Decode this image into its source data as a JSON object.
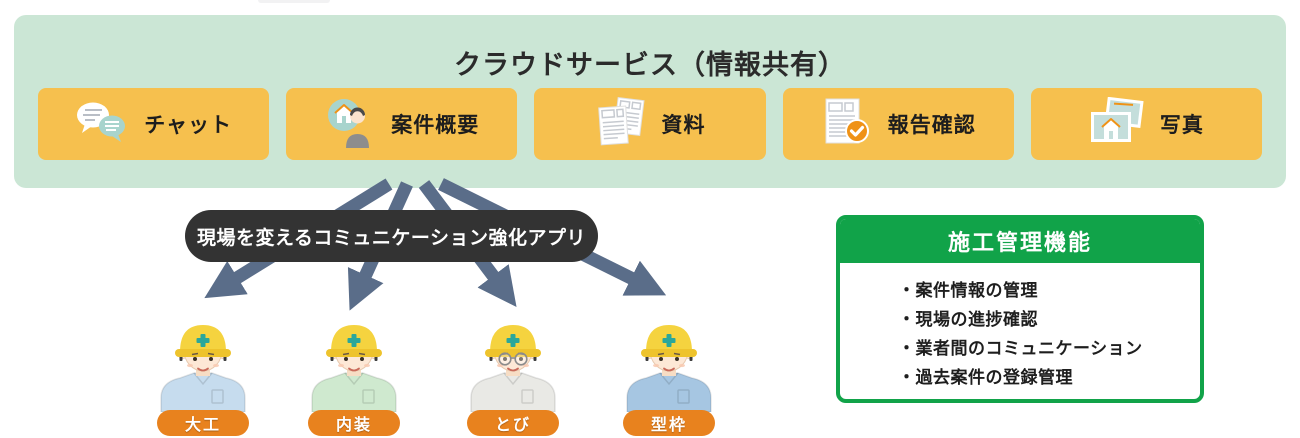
{
  "colors": {
    "mint": "#cbe6d5",
    "btn-orange": "#f6c04e",
    "pill-dark": "#333333",
    "arrow": "#5a6d89",
    "green": "#11a349",
    "label-orange": "#e8821e",
    "accent-orange": "#ef9216",
    "icon-teal": "#a8d4cd"
  },
  "cloud_panel": {
    "title": "クラウドサービス（情報共有）",
    "buttons": [
      {
        "label": "チャット",
        "icon": "chat-bubbles-icon"
      },
      {
        "label": "案件概要",
        "icon": "house-person-icon"
      },
      {
        "label": "資料",
        "icon": "documents-icon"
      },
      {
        "label": "報告確認",
        "icon": "report-check-icon"
      },
      {
        "label": "写真",
        "icon": "photos-icon"
      }
    ]
  },
  "app_pill": {
    "label": "現場を変えるコミュニケーション強化アプリ"
  },
  "workers": [
    {
      "role": "大工",
      "shirt_color": "#c6dcee",
      "glasses": false
    },
    {
      "role": "内装",
      "shirt_color": "#cfe9cf",
      "glasses": false
    },
    {
      "role": "とび",
      "shirt_color": "#e9e9e5",
      "glasses": true
    },
    {
      "role": "型枠",
      "shirt_color": "#a6c6e2",
      "glasses": false
    }
  ],
  "feature_box": {
    "title": "施工管理機能",
    "items": [
      "・案件情報の管理",
      "・現場の進捗確認",
      "・業者間のコミュニケーション",
      "・過去案件の登録管理"
    ]
  }
}
